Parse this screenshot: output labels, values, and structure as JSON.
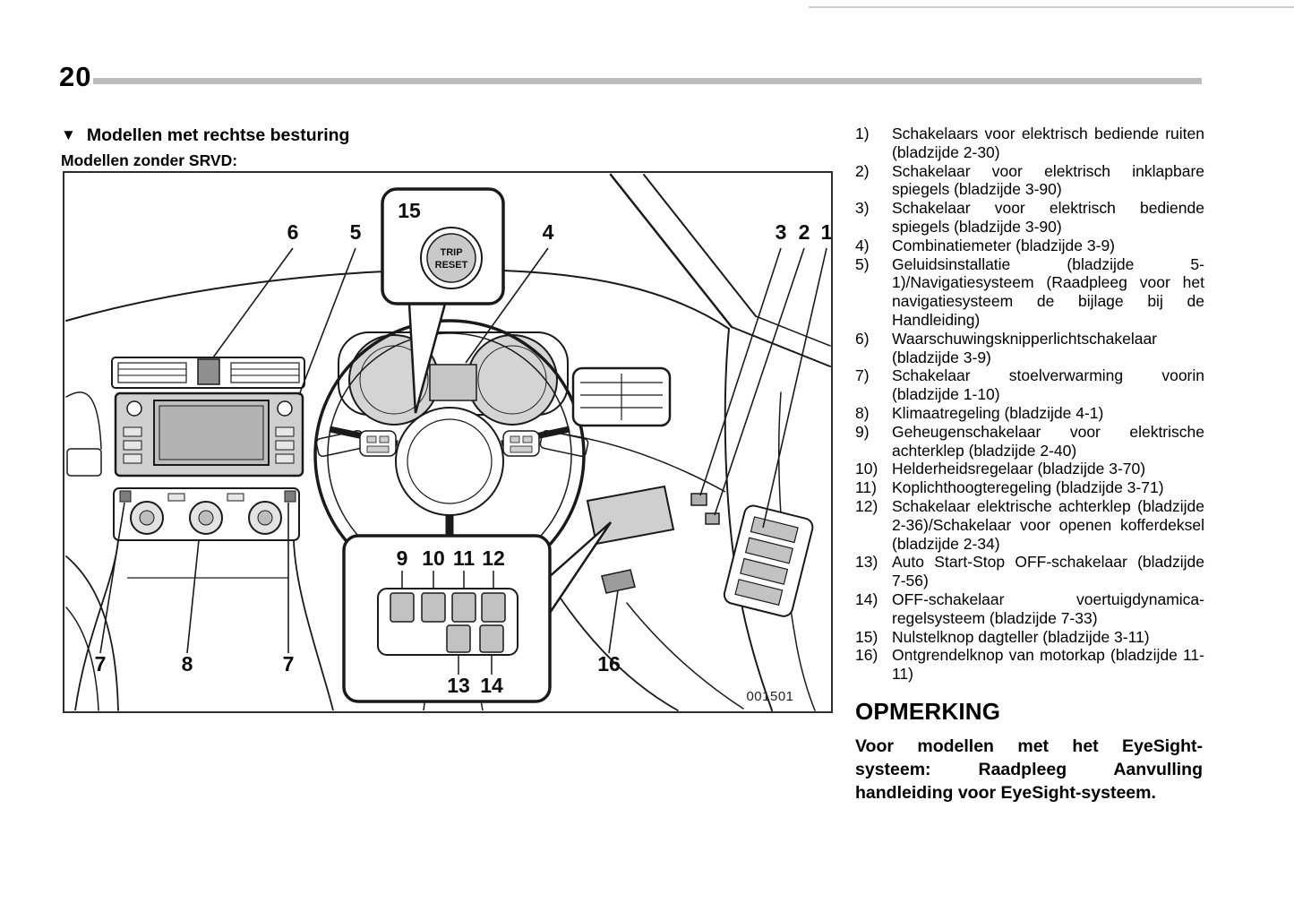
{
  "page": {
    "number": "20"
  },
  "section": {
    "marker": "▼",
    "title": "Modellen met rechtse besturing",
    "subtitle": "Modellen zonder SRVD:"
  },
  "diagram": {
    "figure_code": "001501",
    "trip_button": {
      "line1": "TRIP",
      "line2": "RESET"
    },
    "labels": {
      "l1": "1",
      "l2": "2",
      "l3": "3",
      "l4": "4",
      "l5": "5",
      "l6": "6",
      "l7a": "7",
      "l7b": "7",
      "l8": "8",
      "l9": "9",
      "l10": "10",
      "l11": "11",
      "l12": "12",
      "l13": "13",
      "l14": "14",
      "l15": "15",
      "l16": "16"
    }
  },
  "legend": {
    "items": [
      {
        "num": "1)",
        "text": "Schakelaars voor elektrisch bediende ruiten (bladzijde 2-30)"
      },
      {
        "num": "2)",
        "text": "Schakelaar voor elektrisch inklapbare spiegels (bladzijde 3-90)"
      },
      {
        "num": "3)",
        "text": "Schakelaar voor elektrisch bediende spiegels (bladzijde 3-90)"
      },
      {
        "num": "4)",
        "text": "Combinatiemeter (bladzijde 3-9)"
      },
      {
        "num": "5)",
        "text": "Geluidsinstallatie (bladzijde 5-1)/Navigatiesysteem (Raadpleeg voor het navigatiesysteem de bijlage bij de Handleiding)"
      },
      {
        "num": "6)",
        "text": "Waarschuwingsknipperlichtschakelaar (bladzijde 3-9)"
      },
      {
        "num": "7)",
        "text": "Schakelaar stoelverwarming voorin (bladzijde 1-10)"
      },
      {
        "num": "8)",
        "text": "Klimaatregeling (bladzijde 4-1)"
      },
      {
        "num": "9)",
        "text": "Geheugenschakelaar voor elektrische achterklep (bladzijde 2-40)"
      },
      {
        "num": "10)",
        "text": "Helderheidsregelaar (bladzijde 3-70)"
      },
      {
        "num": "11)",
        "text": "Koplichthoogteregeling (bladzijde 3-71)"
      },
      {
        "num": "12)",
        "text": "Schakelaar elektrische achterklep (bladzijde 2-36)/Schakelaar voor openen kofferdeksel (bladzijde 2-34)"
      },
      {
        "num": "13)",
        "text": "Auto Start-Stop OFF-schakelaar (bladzijde 7-56)"
      },
      {
        "num": "14)",
        "text": "OFF-schakelaar voertuigdynamica-regelsysteem (bladzijde 7-33)"
      },
      {
        "num": "15)",
        "text": "Nulstelknop dagteller (bladzijde 3-11)"
      },
      {
        "num": "16)",
        "text": "Ontgrendelknop van motorkap (bladzijde 11-11)"
      }
    ]
  },
  "note": {
    "title": "OPMERKING",
    "body": "Voor modellen met het EyeSight-systeem: Raadpleeg Aanvulling handleiding voor EyeSight-systeem."
  }
}
